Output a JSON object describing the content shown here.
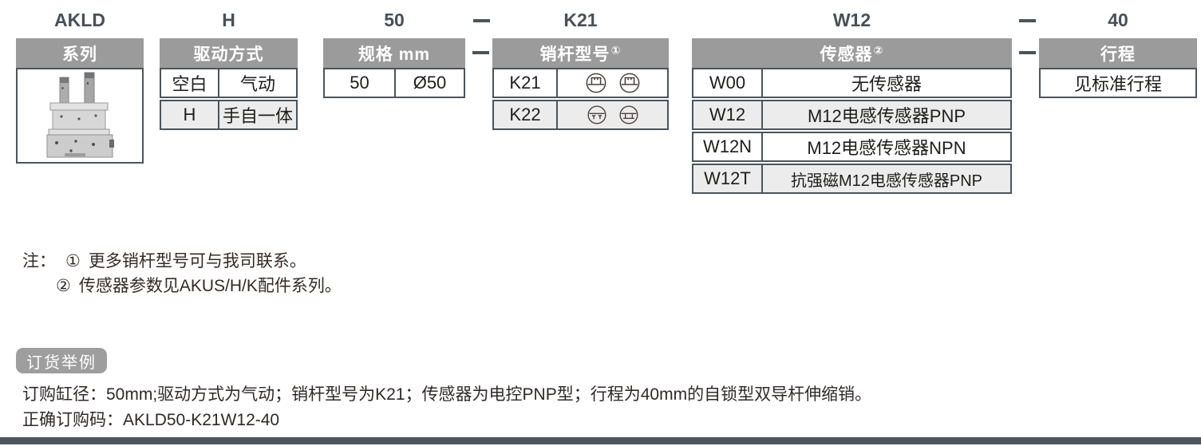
{
  "code_row": {
    "series": "AKLD",
    "drive": "H",
    "bore": "50",
    "separator": "—",
    "pin": "K21",
    "sensor": "W12",
    "stroke": "40"
  },
  "series_col": {
    "header": "系列"
  },
  "drive_col": {
    "header": "驱动方式",
    "rows": [
      {
        "code": "空白",
        "desc": "气动"
      },
      {
        "code": "H",
        "desc": "手自一体"
      }
    ]
  },
  "bore_col": {
    "header": "规格 mm",
    "rows": [
      {
        "code": "50",
        "desc": "Ø50"
      }
    ]
  },
  "pin_col": {
    "header": "销杆型号",
    "sup": "①",
    "rows": [
      {
        "code": "K21",
        "icon": "pin-tip-round-pair-icon"
      },
      {
        "code": "K22",
        "icon": "pin-tip-flat-pair-icon"
      }
    ]
  },
  "sensor_col": {
    "header": "传感器",
    "sup": "②",
    "rows": [
      {
        "code": "W00",
        "desc": "无传感器"
      },
      {
        "code": "W12",
        "desc": "M12电感传感器PNP"
      },
      {
        "code": "W12N",
        "desc": "M12电感传感器NPN"
      },
      {
        "code": "W12T",
        "desc": "抗强磁M12电感传感器PNP"
      }
    ]
  },
  "stroke_col": {
    "header": "行程",
    "value": "见标准行程"
  },
  "notes": {
    "prefix": "注：",
    "items": [
      {
        "marker": "①",
        "text": "更多销杆型号可与我司联系。"
      },
      {
        "marker": "②",
        "text": "传感器参数见AKUS/H/K配件系列。"
      }
    ]
  },
  "example": {
    "badge": "订货举例",
    "line1": "订购缸径：50mm;驱动方式为气动；销杆型号为K21；传感器为电控PNP型；行程为40mm的自锁型双导杆伸缩销。",
    "line2": "正确订购码：AKLD50-K21W12-40"
  },
  "colors": {
    "header_bg": "#9b9b9b",
    "table_border": "#4a545c",
    "alt_row_bg": "#ececec",
    "code_text": "#47505a",
    "bottom_bar": "#4d565e",
    "badge_bg": "#9e9e9e"
  }
}
